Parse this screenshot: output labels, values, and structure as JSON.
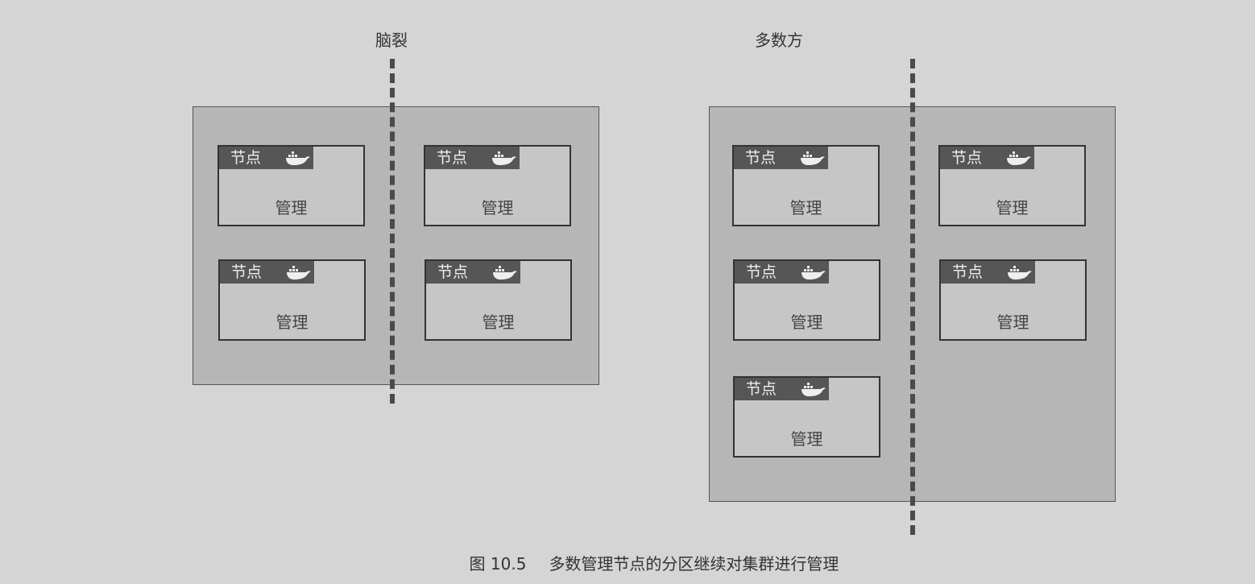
{
  "panels": [
    {
      "title": "脑裂",
      "nodes": [
        {
          "header": "节点",
          "label": "管理"
        },
        {
          "header": "节点",
          "label": "管理"
        },
        {
          "header": "节点",
          "label": "管理"
        },
        {
          "header": "节点",
          "label": "管理"
        }
      ]
    },
    {
      "title": "多数方",
      "nodes": [
        {
          "header": "节点",
          "label": "管理"
        },
        {
          "header": "节点",
          "label": "管理"
        },
        {
          "header": "节点",
          "label": "管理"
        },
        {
          "header": "节点",
          "label": "管理"
        },
        {
          "header": "节点",
          "label": "管理"
        }
      ]
    }
  ],
  "node_icon": "docker-whale-icon",
  "caption": {
    "number": "图 10.5",
    "text": "多数管理节点的分区继续对集群进行管理"
  }
}
